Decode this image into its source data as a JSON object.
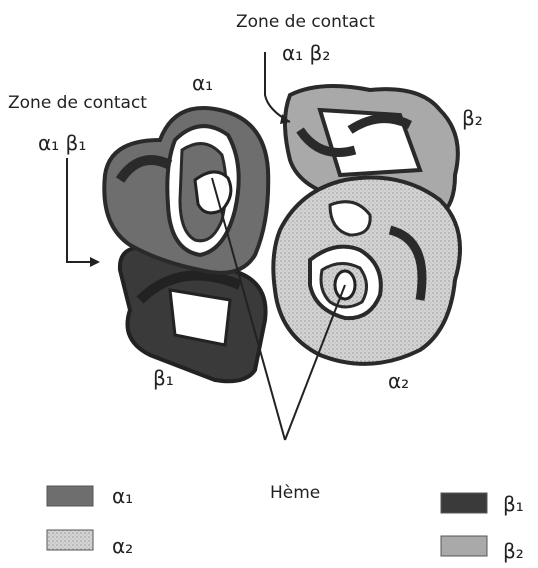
{
  "labels": {
    "zone_contact_top": "Zone de contact",
    "zone_contact_top_sub": "α₁ β₂",
    "zone_contact_left": "Zone de contact",
    "zone_contact_left_sub": "α₁ β₁",
    "alpha1": "α₁",
    "beta2": "β₂",
    "beta1": "β₁",
    "alpha2": "α₂",
    "heme": "Hème"
  },
  "legend": [
    {
      "symbol": "α₁",
      "color": "#6e6e6e"
    },
    {
      "symbol": "α₂",
      "color": "#cfcfcf"
    },
    {
      "symbol": "β₁",
      "color": "#3a3a3a"
    },
    {
      "symbol": "β₂",
      "color": "#a9a9a9"
    }
  ],
  "colors": {
    "alpha1": "#6e6e6e",
    "alpha2": "#cfcfcf",
    "beta1": "#3a3a3a",
    "beta2": "#a9a9a9",
    "outline": "#2a2a2a"
  }
}
